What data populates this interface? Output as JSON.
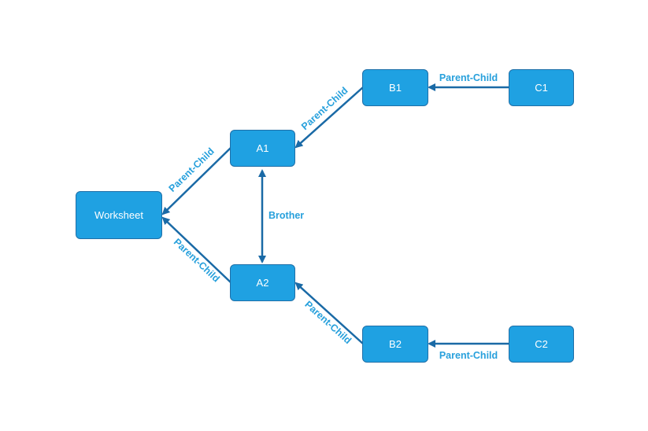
{
  "colors": {
    "node_fill": "#1fa1e2",
    "node_border": "#1f6fa8",
    "edge": "#1a6aa6",
    "label": "#27a0dc"
  },
  "nodes": {
    "worksheet": "Worksheet",
    "a1": "A1",
    "a2": "A2",
    "b1": "B1",
    "b2": "B2",
    "c1": "C1",
    "c2": "C2"
  },
  "edges": {
    "a1_worksheet": "Parent-Child",
    "a2_worksheet": "Parent-Child",
    "a1_a2": "Brother",
    "b1_a1": "Parent-Child",
    "b2_a2": "Parent-Child",
    "c1_b1": "Parent-Child",
    "c2_b2": "Parent-Child"
  }
}
